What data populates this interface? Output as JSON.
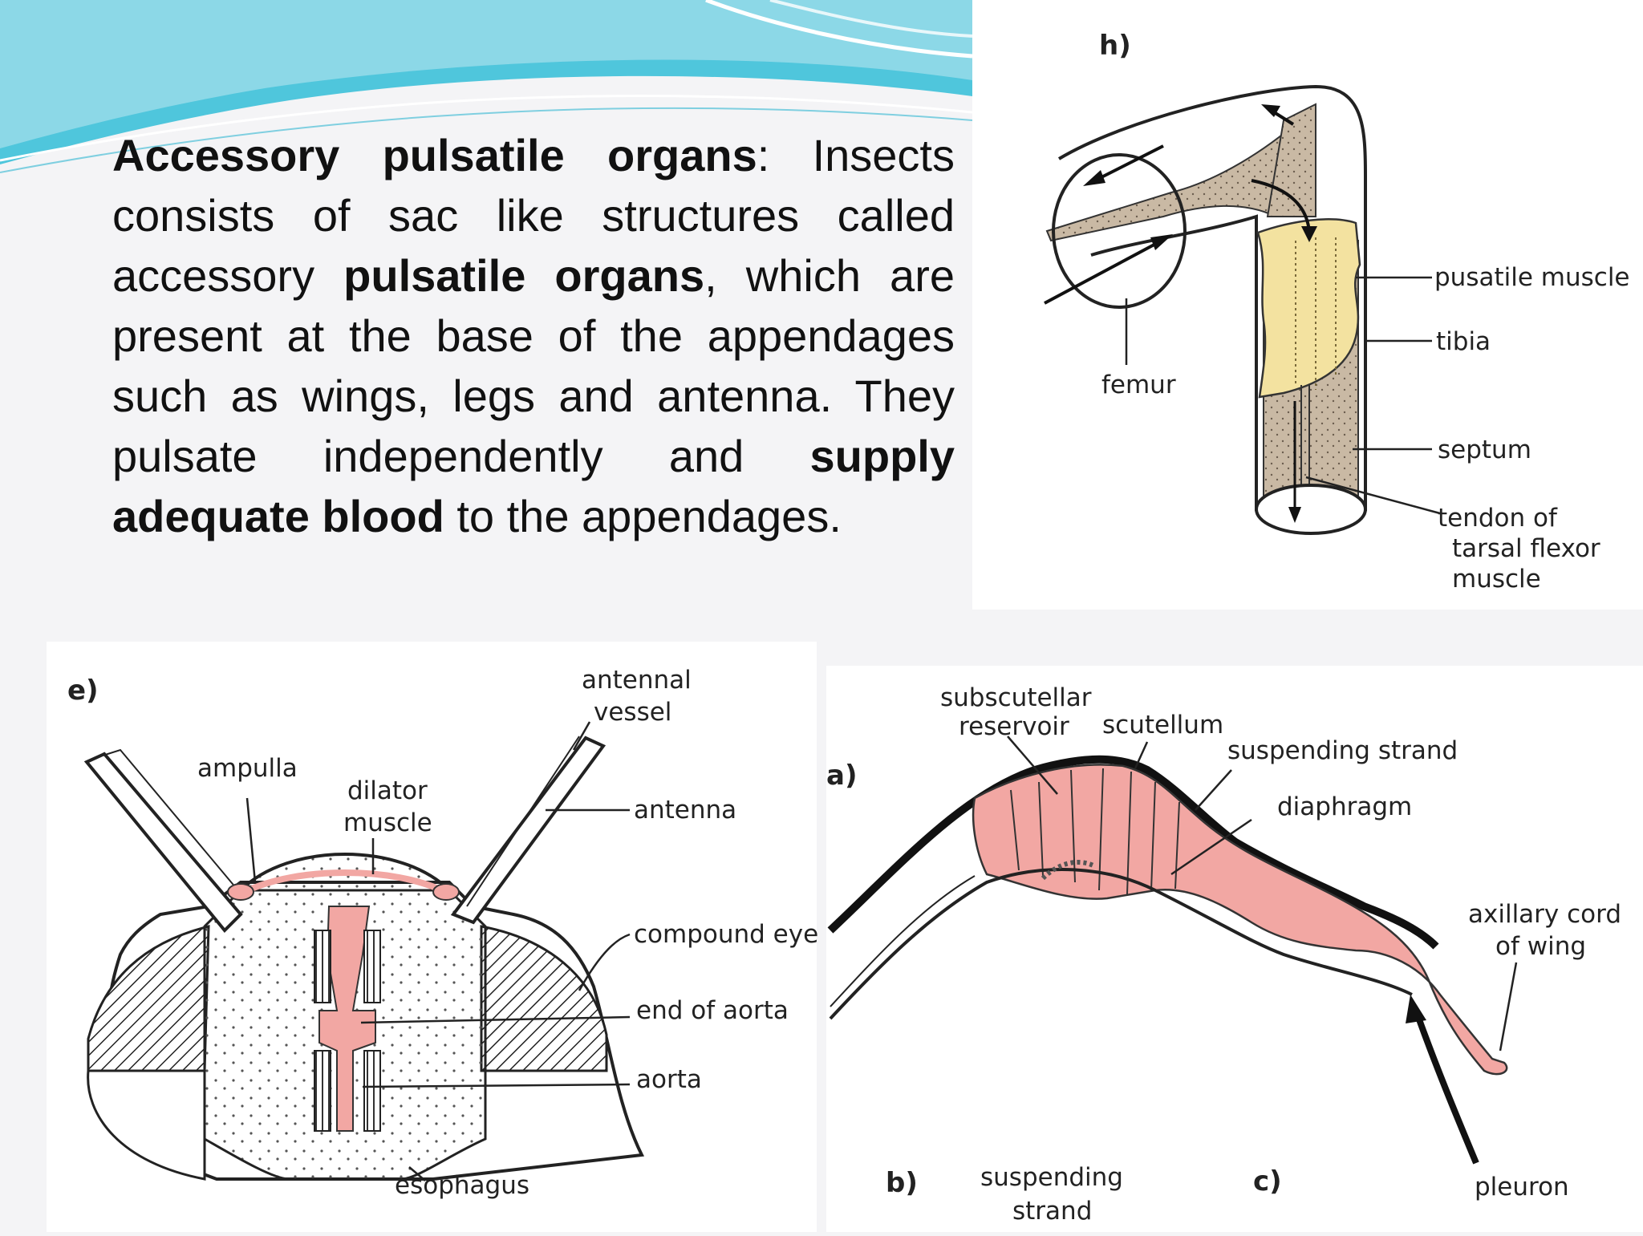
{
  "paragraph": {
    "seg1_bold": "Accessory pulsatile organs",
    "seg2": ": Insects consists of sac like structures called accessory ",
    "seg3_bold": "pulsatile organs",
    "seg4": ", which are present at the base of the appendages such as wings, legs and antenna. They pulsate independently and ",
    "seg5_bold": "supply adequate blood",
    "seg6": " to the appendages."
  },
  "figure_h": {
    "panel_label": "h)",
    "labels": {
      "pusatile_muscle": "pusatile muscle",
      "tibia": "tibia",
      "femur": "femur",
      "septum": "septum",
      "tendon_line1": "tendon of",
      "tendon_line2": "tarsal flexor",
      "tendon_line3": "muscle"
    }
  },
  "figure_e": {
    "panel_label": "e)",
    "labels": {
      "antennal_vessel_line1": "antennal",
      "antennal_vessel_line2": "vessel",
      "ampulla": "ampulla",
      "dilator_line1": "dilator",
      "dilator_line2": "muscle",
      "antenna": "antenna",
      "compound_eye": "compound eye",
      "end_of_aorta": "end of aorta",
      "aorta": "aorta",
      "esophagus": "esophagus"
    }
  },
  "figure_abc": {
    "panel_a": "a)",
    "panel_b": "b)",
    "panel_c": "c)",
    "labels": {
      "subscutellar_line1": "subscutellar",
      "subscutellar_line2": "reservoir",
      "scutellum": "scutellum",
      "suspending_strand": "suspending strand",
      "diaphragm": "diaphragm",
      "axillary_line1": "axillary cord",
      "axillary_line2": "of wing",
      "suspending_b_line1": "suspending",
      "suspending_b_line2": "strand",
      "pleuron": "pleuron"
    }
  },
  "colors": {
    "header_teal": "#4fc6dc",
    "pink_tissue": "#f2a7a3",
    "yellow_muscle": "#f3e2a0",
    "tan_tissue": "#c9b9a4"
  }
}
